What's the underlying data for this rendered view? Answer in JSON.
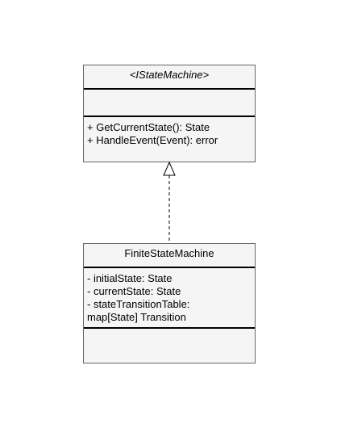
{
  "interface": {
    "name": "<IStateMachine>",
    "attributes": [],
    "methods": [
      "+ GetCurrentState(): State",
      "+ HandleEvent(Event): error"
    ]
  },
  "implementation": {
    "name": "FiniteStateMachine",
    "attributes": [
      "- initialState: State",
      "- currentState: State",
      "- stateTransitionTable:",
      "map[State] Transition"
    ],
    "methods": []
  },
  "relationship": {
    "type": "realization",
    "from": "FiniteStateMachine",
    "to": "<IStateMachine>"
  },
  "colors": {
    "box_fill": "#f5f5f5",
    "box_border": "#666666",
    "divider": "#000000",
    "connector": "#000000"
  }
}
